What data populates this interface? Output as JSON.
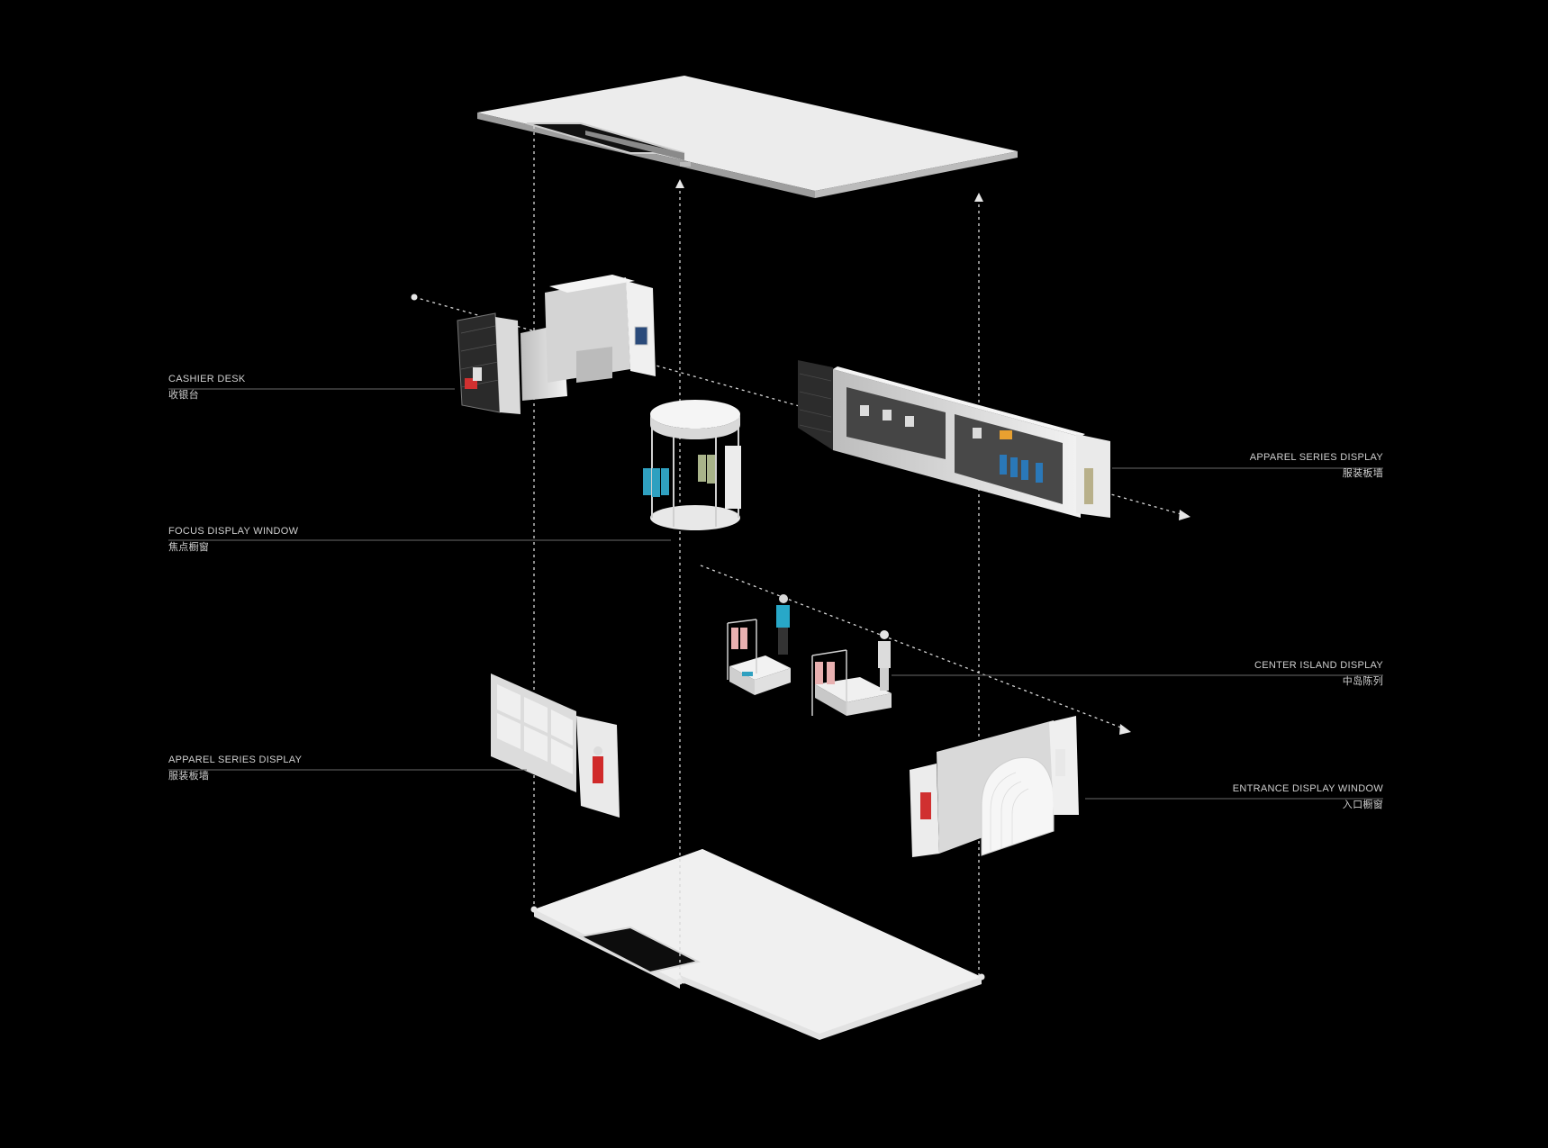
{
  "colors": {
    "background": "#000000",
    "label_text": "#cfcfcf",
    "leader_line": "#6a6a6a",
    "guide_line": "#d8d8d8",
    "panel": "#e6e6e6"
  },
  "labels": {
    "cashier": {
      "en": "CASHIER DESK",
      "zh": "收银台"
    },
    "focus": {
      "en": "FOCUS DISPLAY WINDOW",
      "zh": "焦点橱窗"
    },
    "apparel_left": {
      "en": "APPAREL SERIES DISPLAY",
      "zh": "服装板墙"
    },
    "apparel_right": {
      "en": "APPAREL SERIES DISPLAY",
      "zh": "服装板墙"
    },
    "center_island": {
      "en": "CENTER ISLAND DISPLAY",
      "zh": "中岛陈列"
    },
    "entrance": {
      "en": "ENTRANCE DISPLAY WINDOW",
      "zh": "入口橱窗"
    }
  }
}
